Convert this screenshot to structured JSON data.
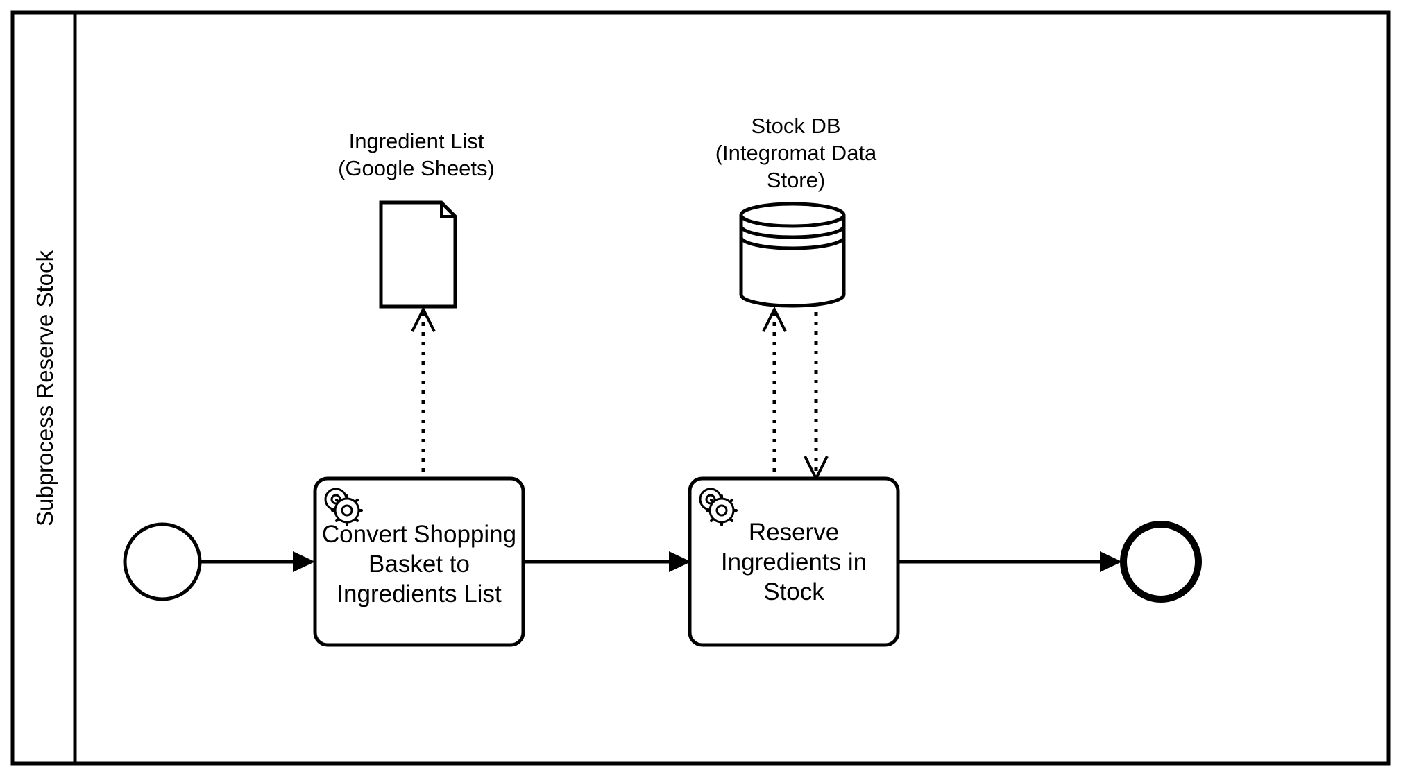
{
  "pool": {
    "label": "Subprocess Reserve Stock"
  },
  "tasks": [
    {
      "label": "Convert Shopping Basket to Ingredients List",
      "type": "service-task",
      "icon": "gears-icon"
    },
    {
      "label": "Reserve Ingredients in Stock",
      "type": "service-task",
      "icon": "gears-icon"
    }
  ],
  "data_objects": [
    {
      "label": "Ingredient List (Google Sheets)",
      "icon": "document-icon"
    }
  ],
  "data_stores": [
    {
      "label": "Stock DB (Integromat Data Store)",
      "icon": "database-icon"
    }
  ],
  "events": [
    {
      "type": "start-event"
    },
    {
      "type": "end-event"
    }
  ],
  "colors": {
    "stroke": "#000000",
    "fill": "#ffffff"
  }
}
